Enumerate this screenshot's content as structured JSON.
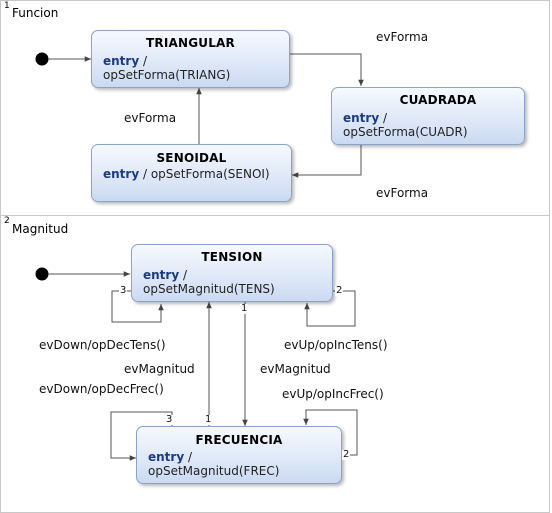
{
  "regions": [
    {
      "index": "1",
      "name": "Funcion"
    },
    {
      "index": "2",
      "name": "Magnitud"
    }
  ],
  "states": {
    "triangular": {
      "name": "TRIANGULAR",
      "keyword": "entry",
      "sep": " /",
      "action": "opSetForma(TRIANG)",
      "inline": false
    },
    "cuadrada": {
      "name": "CUADRADA",
      "keyword": "entry",
      "sep": " /",
      "action": "opSetForma(CUADR)",
      "inline": false
    },
    "senoidal": {
      "name": "SENOIDAL",
      "keyword": "entry",
      "sep": " / ",
      "action": "opSetForma(SENOI)",
      "inline": true
    },
    "tension": {
      "name": "TENSION",
      "keyword": "entry",
      "sep": " /",
      "action": "opSetMagnitud(TENS)",
      "inline": false
    },
    "frecuencia": {
      "name": "FRECUENCIA",
      "keyword": "entry",
      "sep": " /",
      "action": "opSetMagnitud(FREC)",
      "inline": false
    }
  },
  "labels": {
    "ev_forma_1": "evForma",
    "ev_forma_2": "evForma",
    "ev_forma_3": "evForma",
    "ev_down_dec_tens": "evDown/opDecTens()",
    "ev_magnitud_1": "evMagnitud",
    "ev_down_dec_frec": "evDown/opDecFrec()",
    "ev_up_inc_tens": "evUp/opIncTens()",
    "ev_magnitud_2": "evMagnitud",
    "ev_up_inc_frec": "evUp/opIncFrec()"
  },
  "priorities": {
    "tension_self_loop_left": "3",
    "tension_self_loop_right": "2",
    "tension_to_frecuencia": "1",
    "frecuencia_self_loop_left": "3",
    "frecuencia_to_tension": "1",
    "frecuencia_self_loop_right": "2"
  },
  "colors": {
    "state_border": "#8aa4c8",
    "state_fill_top": "#f6f9fe",
    "state_fill_bottom": "#cbdaf2",
    "keyword": "#1b3a8a",
    "wire": "#555555"
  }
}
